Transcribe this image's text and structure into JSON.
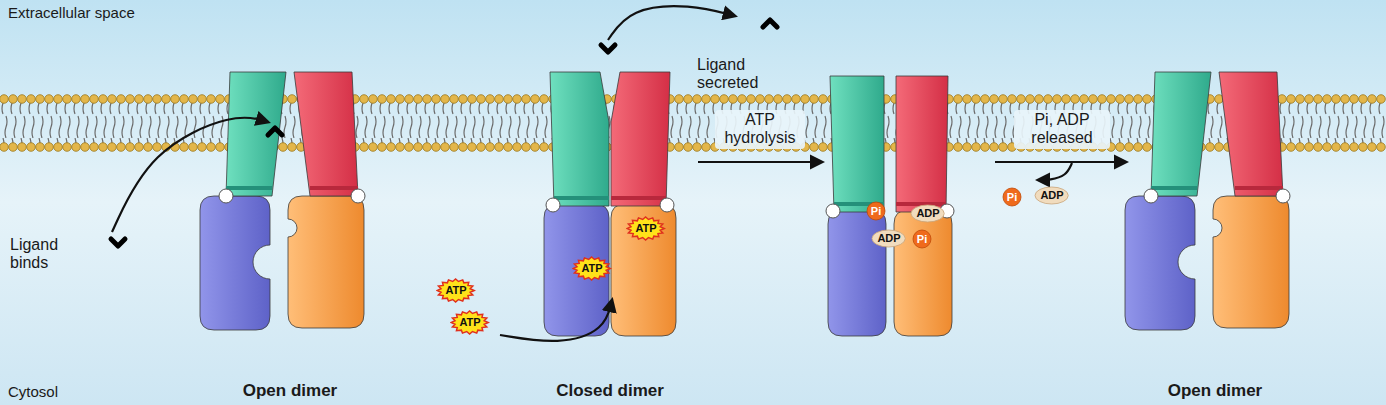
{
  "diagram": {
    "nodes": [
      {
        "text": [
          "ATP"
        ]
      },
      {
        "text": [
          "ATP"
        ]
      },
      {
        "text": [
          "ATP"
        ]
      },
      {
        "text": [
          "ATP"
        ]
      },
      {
        "text": [
          "Pi"
        ]
      },
      {
        "text": [
          "ADP"
        ]
      },
      {
        "text": [
          "ADP"
        ]
      },
      {
        "text": [
          "Pi"
        ]
      },
      {
        "text": [
          "Pi"
        ]
      },
      {
        "text": [
          "ADP"
        ]
      }
    ],
    "labels": [
      "Extracellular space",
      "Ligand secreted",
      "Ligand binds",
      "ATP hydrolysis",
      "Pi, ADP released",
      "Cytosol",
      "Open dimer",
      "Closed dimer",
      "Open dimer"
    ]
  }
}
